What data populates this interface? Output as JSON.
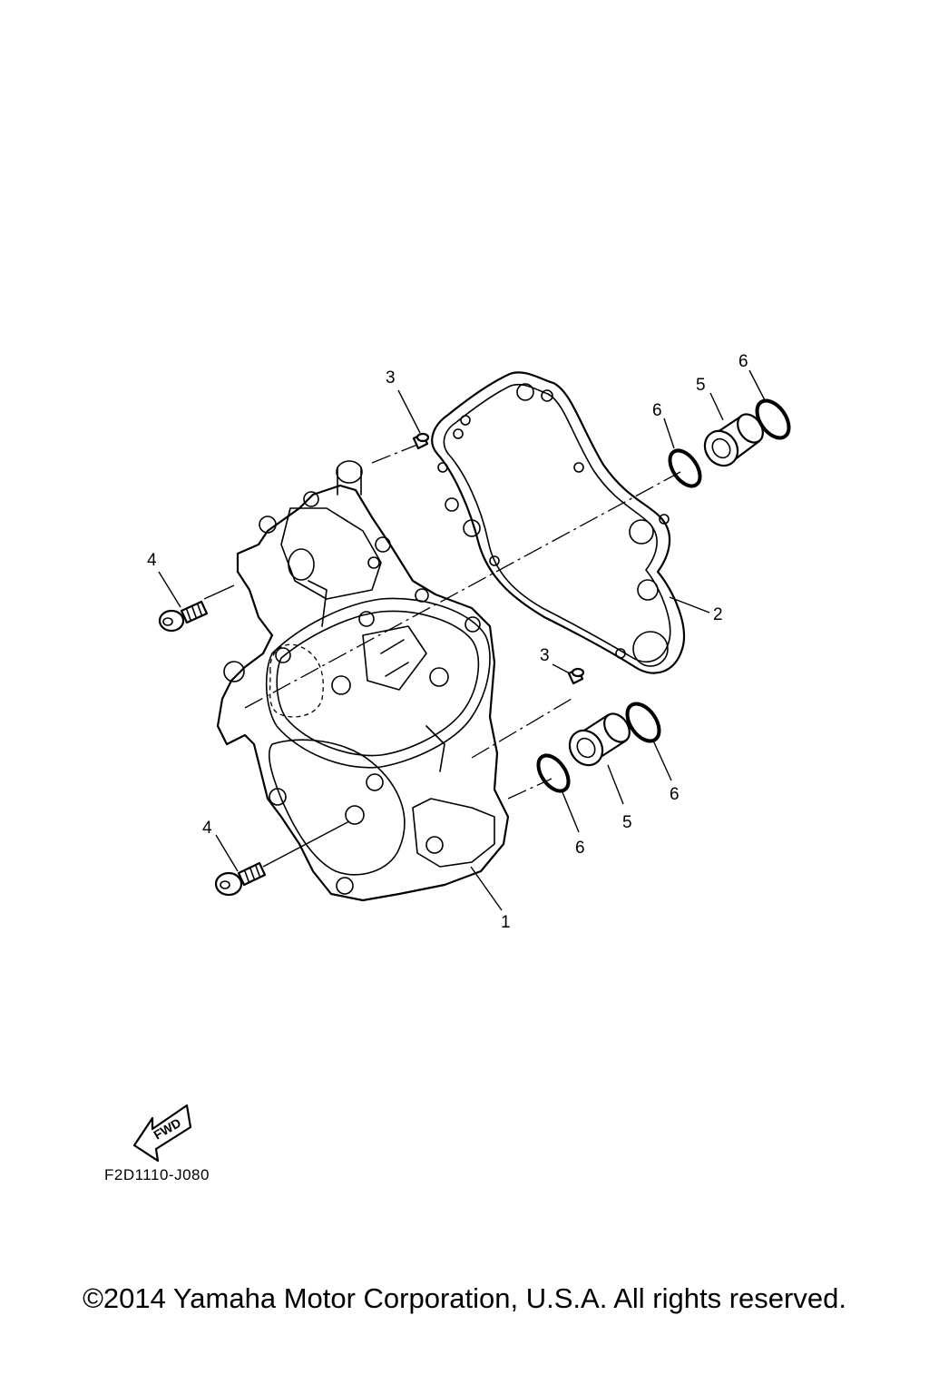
{
  "callouts": {
    "c1": "1",
    "c2": "2",
    "c3a": "3",
    "c3b": "3",
    "c4a": "4",
    "c4b": "4",
    "c5a": "5",
    "c5b": "5",
    "c6a": "6",
    "c6b": "6",
    "c6c": "6",
    "c6d": "6"
  },
  "fwd_label": "FWD",
  "diagram_code": "F2D1110-J080",
  "copyright": "©2014 Yamaha Motor Corporation, U.S.A. All rights reserved."
}
